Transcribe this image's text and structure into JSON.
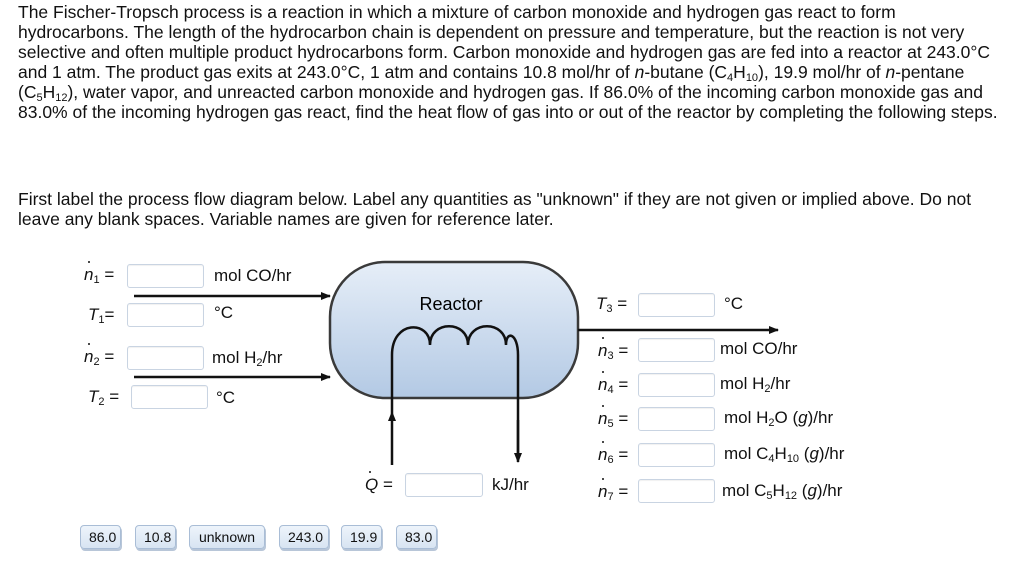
{
  "problem": {
    "p1_a": "The Fischer-Tropsch process is a reaction in which a mixture of carbon monoxide and hydrogen gas react to form hydrocarbons. The length of the hydrocarbon chain is dependent on pressure and temperature, but the reaction is not very selective and often multiple product hydrocarbons form. Carbon monoxide and hydrogen gas are fed into a reactor at 243.0°C and 1 atm. The product gas exits at 243.0°C, 1 atm and contains 10.8 mol/hr of ",
    "n_prefix": "n",
    "butane": "-butane (C",
    "p1_b": "), 19.9 mol/hr of ",
    "pentane": "-pentane (C",
    "p1_c": "), water vapor, and unreacted carbon monoxide and hydrogen gas. If 86.0% of the incoming carbon monoxide gas and 83.0% of the incoming hydrogen gas react, find the heat flow of gas into or out of the reactor by completing the following steps.",
    "sub_4": "4",
    "sub_10": "10",
    "sub_5": "5",
    "sub_12": "12",
    "close_paren_butane": "H",
    "close_paren_pentane": "H"
  },
  "instructions": "First label the process flow diagram below. Label any quantities as \"unknown\" if they are not given or implied above. Do not leave any blank spaces. Variable names are given for reference later.",
  "diagram": {
    "reactor_label": "Reactor",
    "symbols": {
      "n": "n",
      "T": "T",
      "Q": "Q",
      "s1": "1",
      "s2": "2",
      "s3": "3",
      "s4": "4",
      "s5": "5",
      "s6": "6",
      "s7": "7",
      "eq": " ="
    },
    "units": {
      "n1": "mol CO/hr",
      "T1": "°C",
      "n2_a": "mol H",
      "n2_sub": "2",
      "n2_b": "/hr",
      "T2": "°C",
      "T3": "°C",
      "n3": "mol CO/hr",
      "n4_a": "mol H",
      "n4_sub": "2",
      "n4_b": "/hr",
      "n5_a": "mol H",
      "n5_sub": "2",
      "n5_b": "O (",
      "n5_g": "g",
      "n5_c": ")/hr",
      "n6_a": "mol C",
      "n6_sub1": "4",
      "n6_b": "H",
      "n6_sub2": "10",
      "n6_c": " (",
      "n6_g": "g",
      "n6_d": ")/hr",
      "n7_a": "mol C",
      "n7_sub1": "5",
      "n7_b": "H",
      "n7_sub2": "12",
      "n7_c": " (",
      "n7_g": "g",
      "n7_d": ")/hr",
      "Q": "kJ/hr"
    }
  },
  "answer_chips": [
    "86.0",
    "10.8",
    "unknown",
    "243.0",
    "19.9",
    "83.0"
  ]
}
